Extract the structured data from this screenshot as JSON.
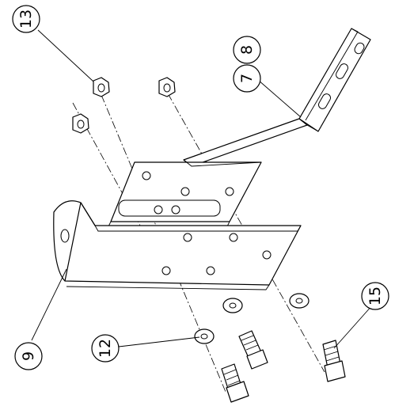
{
  "callouts": {
    "c13": "13",
    "c8": "8",
    "c7": "7",
    "c9": "9",
    "c12": "12",
    "c15": "15"
  }
}
